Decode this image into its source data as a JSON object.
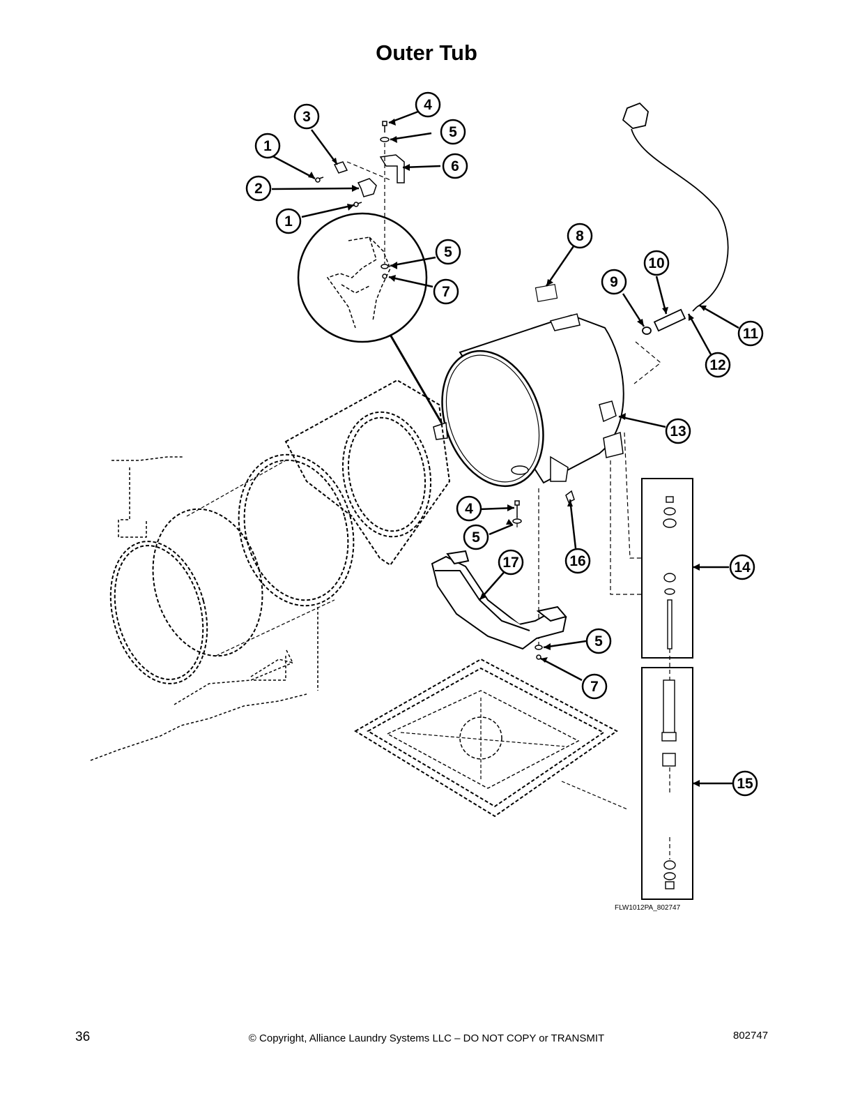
{
  "page": {
    "title": "Outer Tub",
    "drawing_code": "FLW1012PA_802747",
    "page_number": "36",
    "copyright": "© Copyright, Alliance Laundry Systems LLC – DO NOT COPY or TRANSMIT",
    "doc_number": "802747"
  },
  "callouts": [
    "1",
    "2",
    "3",
    "4",
    "5",
    "6",
    "1",
    "5",
    "7",
    "8",
    "9",
    "10",
    "11",
    "12",
    "13",
    "4",
    "5",
    "16",
    "17",
    "14",
    "5",
    "7",
    "15"
  ],
  "colors": {
    "ink": "#000000",
    "background": "#ffffff",
    "tub_fill": "#ffffff"
  }
}
